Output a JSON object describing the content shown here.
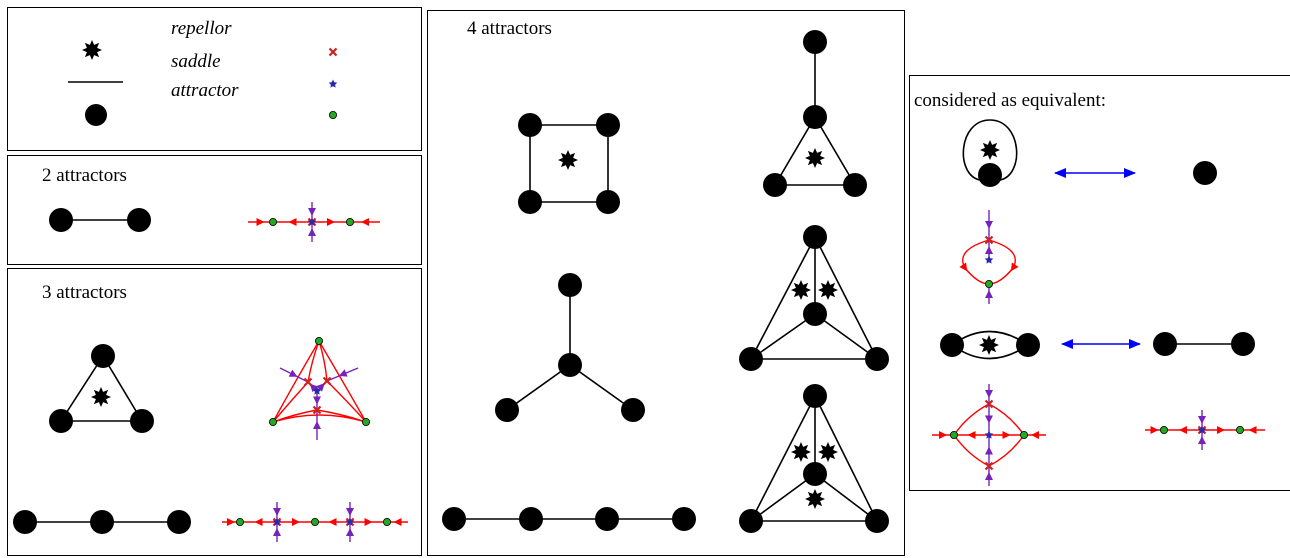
{
  "legend": {
    "items": [
      {
        "label": "repellor"
      },
      {
        "label": "saddle"
      },
      {
        "label": "attractor"
      }
    ]
  },
  "panels": {
    "two": {
      "title": "2 attractors"
    },
    "three": {
      "title": "3 attractors"
    },
    "four": {
      "title": "4 attractors"
    },
    "equivalent": {
      "title": "considered as equivalent:"
    }
  },
  "colors": {
    "node": "#000000",
    "repellor_marker": "#cc2222",
    "saddle_marker": "#2a2ab0",
    "attractor_marker": "#22aa22",
    "unstable_flow": "#ff0000",
    "stable_flow": "#7722bb",
    "equivalence_arrow": "#0000ff"
  }
}
